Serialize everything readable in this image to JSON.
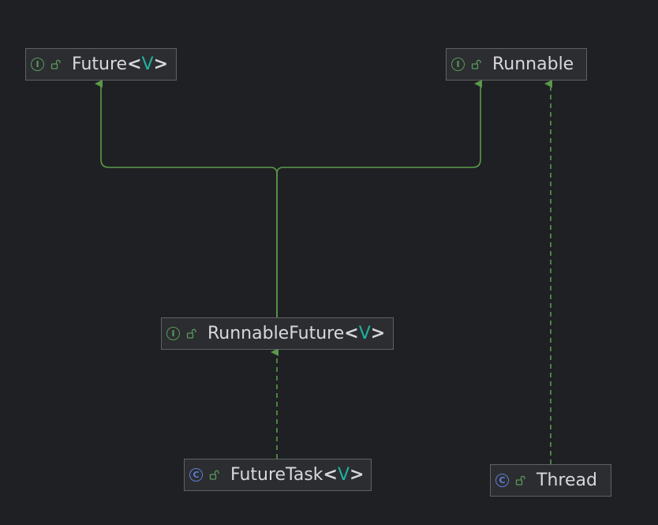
{
  "diagram": {
    "nodes": [
      {
        "id": "future",
        "kind": "interface",
        "kind_letter": "I",
        "name": "Future",
        "type_param": "V",
        "lt": "<",
        "gt": ">"
      },
      {
        "id": "runnable",
        "kind": "interface",
        "kind_letter": "I",
        "name": "Runnable",
        "type_param": "",
        "lt": "",
        "gt": ""
      },
      {
        "id": "runnablefuture",
        "kind": "interface",
        "kind_letter": "I",
        "name": "RunnableFuture",
        "type_param": "V",
        "lt": "<",
        "gt": ">"
      },
      {
        "id": "futuretask",
        "kind": "class",
        "kind_letter": "C",
        "name": "FutureTask",
        "type_param": "V",
        "lt": "<",
        "gt": ">"
      },
      {
        "id": "thread",
        "kind": "class",
        "kind_letter": "C",
        "name": "Thread",
        "type_param": "",
        "lt": "",
        "gt": ""
      }
    ],
    "edges": [
      {
        "from": "runnablefuture",
        "to": "future",
        "relation": "extends"
      },
      {
        "from": "runnablefuture",
        "to": "runnable",
        "relation": "extends"
      },
      {
        "from": "futuretask",
        "to": "runnablefuture",
        "relation": "implements"
      },
      {
        "from": "thread",
        "to": "runnable",
        "relation": "implements"
      }
    ],
    "colors": {
      "background": "#1f2023",
      "node_fill": "#2b2d30",
      "node_border": "#5f6166",
      "text": "#d6d8dc",
      "type_param": "#20b2a0",
      "interface_icon": "#5a9a5c",
      "class_icon": "#5e7fd8",
      "edge": "#5a9a4a"
    },
    "icons": {
      "interface": "interface-badge-icon",
      "class": "class-badge-icon",
      "visibility": "open-lock-icon"
    }
  }
}
